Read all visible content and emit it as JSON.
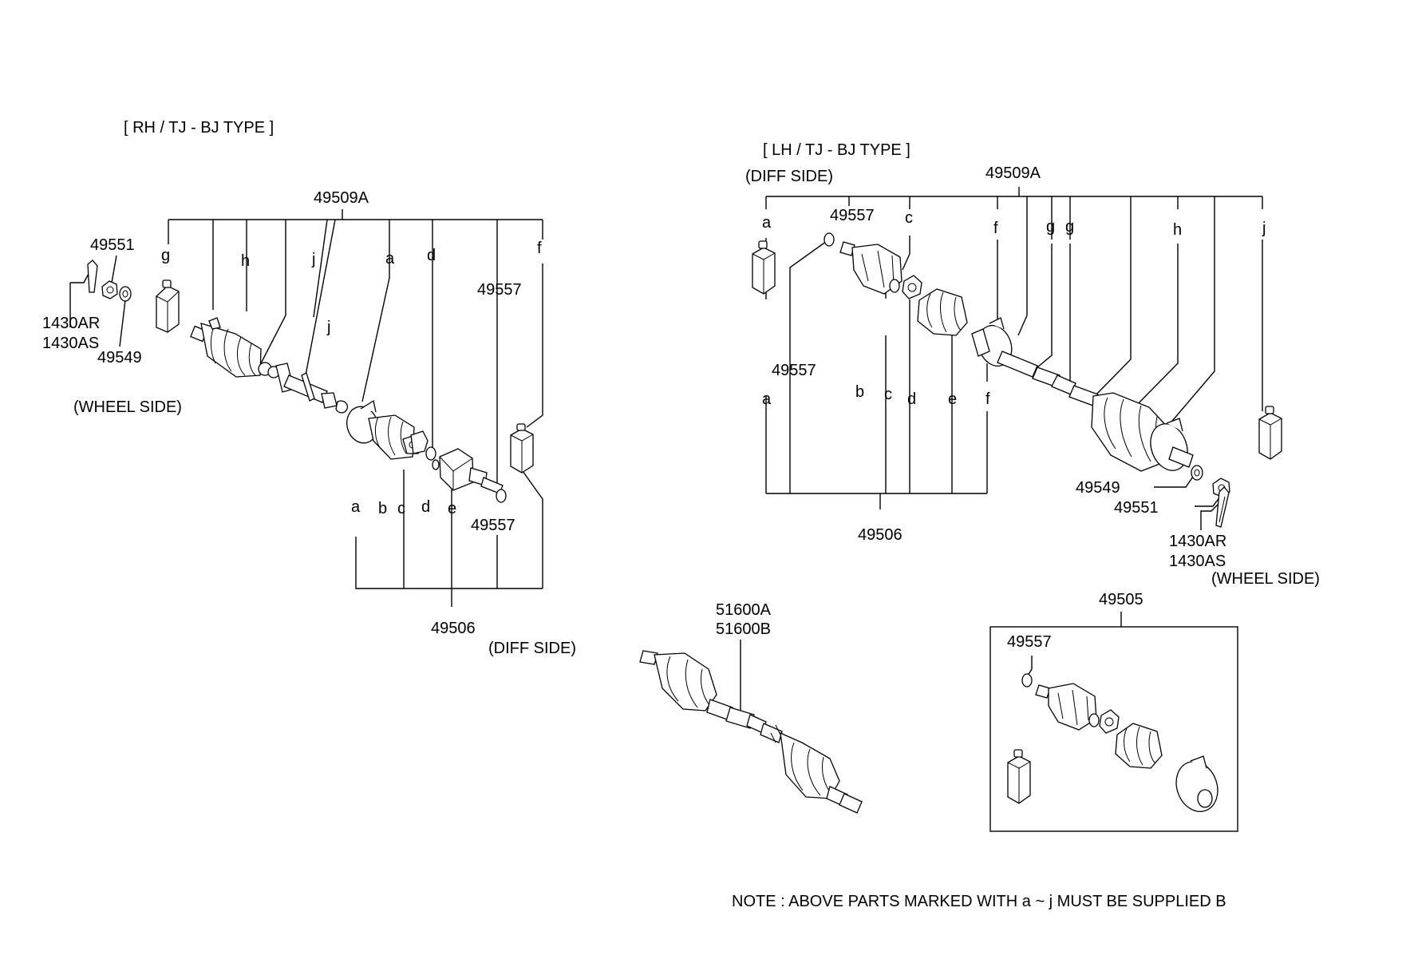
{
  "headings": {
    "rh_type": "[ RH / TJ - BJ TYPE ]",
    "lh_type": "[ LH / TJ - BJ TYPE ]",
    "rh_wheel_side": "(WHEEL SIDE)",
    "rh_diff_side": "(DIFF SIDE)",
    "lh_diff_side": "(DIFF  SIDE)",
    "lh_wheel_side": "(WHEEL  SIDE)"
  },
  "note": "NOTE :  ABOVE PARTS  MARKED WITH  a ~  j  MUST BE SUPPLIED B",
  "rh": {
    "kit_top": "49509A",
    "kit_bottom": "49506",
    "p_49551": "49551",
    "p_1430AR": "1430AR",
    "p_1430AS": "1430AS",
    "p_49549": "49549",
    "p_49557_top": "49557",
    "p_49557_bottom": "49557",
    "top_letters": [
      "g",
      "h",
      "j",
      "j",
      "a",
      "d",
      "f"
    ],
    "bottom_letters": [
      "a",
      "b",
      "c",
      "d",
      "e"
    ]
  },
  "lh": {
    "kit_top": "49509A",
    "kit_bottom": "49506",
    "p_49557_top": "49557",
    "p_49557_mid": "49557",
    "p_49549": "49549",
    "p_49551": "49551",
    "p_1430AR": "1430AR",
    "p_1430AS": "1430AS",
    "top_letters": [
      "a",
      "c",
      "f",
      "g",
      "g",
      "h",
      "j"
    ],
    "bottom_letters": [
      "a",
      "b",
      "c",
      "d",
      "e",
      "f"
    ]
  },
  "shaft": {
    "p_51600A": "51600A",
    "p_51600B": "51600B"
  },
  "kit": {
    "p_49505": "49505",
    "p_49557": "49557"
  }
}
